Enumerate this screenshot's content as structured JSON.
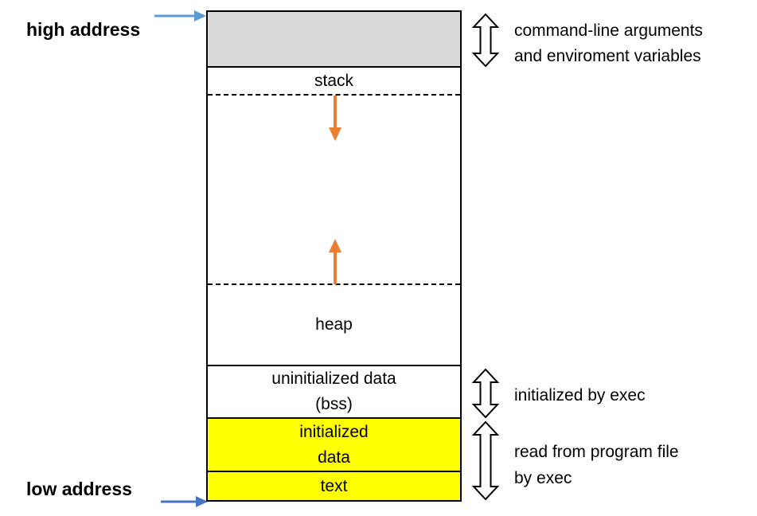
{
  "left_labels": {
    "high_address": "high address",
    "low_address": "low address"
  },
  "memory_box": {
    "stack_label": "stack",
    "heap_label": "heap",
    "bss_line1": "uninitialized data",
    "bss_line2": "(bss)",
    "initialized_line1": "initialized",
    "initialized_line2": "data",
    "text_label": "text"
  },
  "right_annotations": {
    "args_line1": "command-line arguments",
    "args_line2": "and enviroment variables",
    "bss_note": "initialized by exec",
    "program_line1": "read from program file",
    "program_line2": "by exec"
  },
  "icons": {
    "top_pointer": "right-arrow-icon",
    "bottom_pointer": "right-arrow-icon",
    "stack_growth": "down-arrow-icon",
    "heap_growth": "up-arrow-icon",
    "args_extent": "double-vertical-arrow-icon",
    "bss_extent": "double-vertical-arrow-icon",
    "program_extent": "double-vertical-arrow-icon"
  },
  "colors": {
    "args_fill": "#d9d9d9",
    "yellow_fill": "#ffff00",
    "orange_arrow": "#ed7d31",
    "blue_arrow_top": "#5b9bd5",
    "blue_arrow_bottom": "#4472c4",
    "line": "#000000",
    "background": "#ffffff"
  }
}
